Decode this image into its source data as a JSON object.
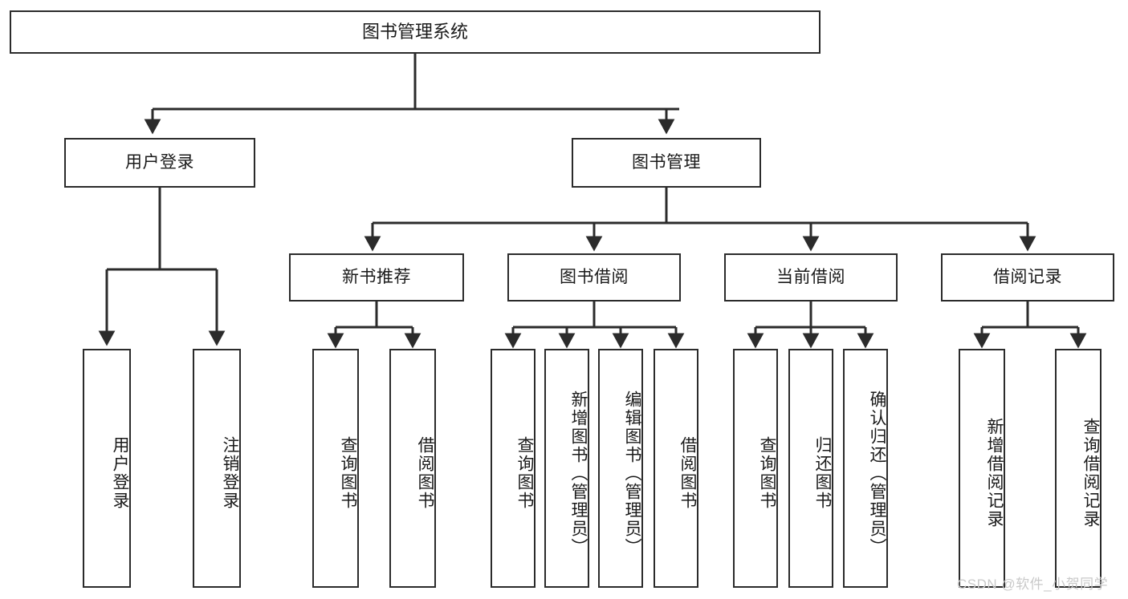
{
  "diagram": {
    "type": "tree",
    "title": "图书管理系统",
    "background_color": "#ffffff",
    "line_color": "#2b2b2b",
    "box_fill": "#ffffff",
    "watermark": "CSDN @软件_小贺同学"
  },
  "nodes": {
    "root": {
      "label": "图书管理系统",
      "level": 0
    },
    "level1": [
      {
        "id": "user-login",
        "label": "用户登录"
      },
      {
        "id": "book-manage",
        "label": "图书管理"
      }
    ],
    "level2": [
      {
        "id": "new-book-recommend",
        "label": "新书推荐",
        "parent": "book-manage"
      },
      {
        "id": "book-borrow",
        "label": "图书借阅",
        "parent": "book-manage"
      },
      {
        "id": "current-borrow",
        "label": "当前借阅",
        "parent": "book-manage"
      },
      {
        "id": "borrow-record",
        "label": "借阅记录",
        "parent": "book-manage"
      }
    ],
    "leaves": [
      {
        "id": "leaf-user-login",
        "label": "用户登录",
        "parent": "user-login"
      },
      {
        "id": "leaf-logout-login",
        "label": "注销登录",
        "parent": "user-login"
      },
      {
        "id": "leaf-query-book-1",
        "label": "查询图书",
        "parent": "new-book-recommend"
      },
      {
        "id": "leaf-borrow-book-1",
        "label": "借阅图书",
        "parent": "new-book-recommend"
      },
      {
        "id": "leaf-query-book-2",
        "label": "查询图书",
        "parent": "book-borrow"
      },
      {
        "id": "leaf-add-book",
        "label": "新增图书（管理员）",
        "parent": "book-borrow"
      },
      {
        "id": "leaf-edit-book",
        "label": "编辑图书（管理员）",
        "parent": "book-borrow"
      },
      {
        "id": "leaf-borrow-book-2",
        "label": "借阅图书",
        "parent": "book-borrow"
      },
      {
        "id": "leaf-query-book-3",
        "label": "查询图书",
        "parent": "current-borrow"
      },
      {
        "id": "leaf-return-book",
        "label": "归还图书",
        "parent": "current-borrow"
      },
      {
        "id": "leaf-confirm-return",
        "label": "确认归还（管理员）",
        "parent": "current-borrow"
      },
      {
        "id": "leaf-add-record",
        "label": "新增借阅记录",
        "parent": "borrow-record"
      },
      {
        "id": "leaf-query-record",
        "label": "查询借阅记录",
        "parent": "borrow-record"
      }
    ]
  }
}
